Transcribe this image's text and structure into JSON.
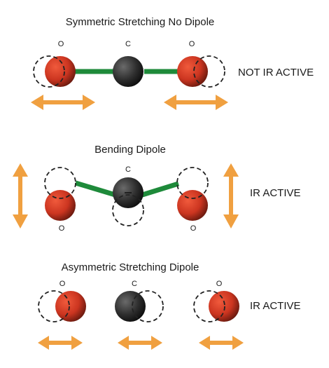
{
  "panels": [
    {
      "title": "Symmetric Stretching No Dipole",
      "status": "NOT IR ACTIVE",
      "atoms": [
        {
          "label": "O",
          "element": "oxygen"
        },
        {
          "label": "C",
          "element": "carbon"
        },
        {
          "label": "O",
          "element": "oxygen"
        }
      ]
    },
    {
      "title": "Bending Dipole",
      "status": "IR ACTIVE",
      "atoms": [
        {
          "label": "O",
          "element": "oxygen"
        },
        {
          "label": "C",
          "element": "carbon"
        },
        {
          "label": "O",
          "element": "oxygen"
        }
      ]
    },
    {
      "title": "Asymmetric Stretching Dipole",
      "status": "IR ACTIVE",
      "atoms": [
        {
          "label": "O",
          "element": "oxygen"
        },
        {
          "label": "C",
          "element": "carbon"
        },
        {
          "label": "O",
          "element": "oxygen"
        }
      ]
    }
  ],
  "colors": {
    "oxygen": "#d23a22",
    "carbon": "#2b2b2b",
    "bond": "#1e8a3a",
    "arrow": "#f0a040",
    "dash": "#222222"
  },
  "icons": [
    "double-arrow-horizontal-icon",
    "double-arrow-vertical-icon"
  ]
}
